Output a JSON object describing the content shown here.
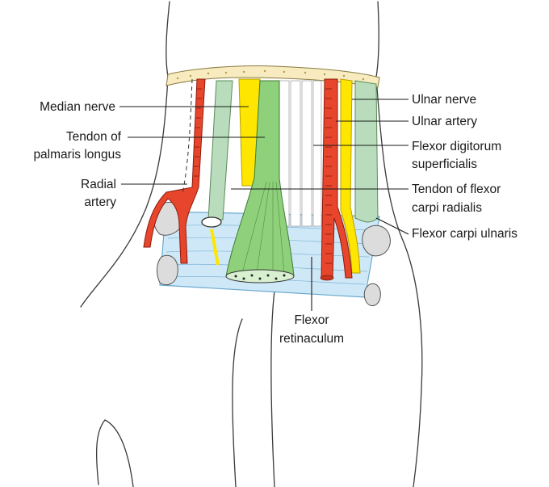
{
  "labels": {
    "median_nerve": "Median nerve",
    "tendon_palmaris_1": "Tendon of",
    "tendon_palmaris_2": "palmaris longus",
    "radial_artery_1": "Radial",
    "radial_artery_2": "artery",
    "ulnar_nerve": "Ulnar nerve",
    "ulnar_artery": "Ulnar artery",
    "fds_1": "Flexor digitorum",
    "fds_2": "superficialis",
    "fcr_1": "Tendon of flexor",
    "fcr_2": "carpi radialis",
    "fcu": "Flexor carpi ulnaris",
    "retinaculum_1": "Flexor",
    "retinaculum_2": "retinaculum"
  },
  "colors": {
    "artery": "#e8462c",
    "nerve": "#ffe600",
    "tendon": "#8fd07a",
    "tendon_pale": "#b8dcbc",
    "retinaculum": "#cfe8f7",
    "bone": "#dcdcdc",
    "fat_pad": "#f7ebbf"
  }
}
